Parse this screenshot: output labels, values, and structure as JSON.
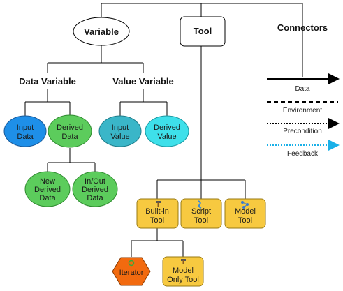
{
  "headings": {
    "variable": "Variable",
    "tool": "Tool",
    "connectors": "Connectors",
    "data_variable": "Data Variable",
    "value_variable": "Value Variable"
  },
  "nodes": {
    "input_data": [
      "Input",
      "Data"
    ],
    "derived_data": [
      "Derived",
      "Data"
    ],
    "input_value": [
      "Input",
      "Value"
    ],
    "derived_value": [
      "Derived",
      "Value"
    ],
    "new_derived_data": [
      "New",
      "Derived",
      "Data"
    ],
    "inout_derived_data": [
      "In/Out",
      "Derived",
      "Data"
    ],
    "builtin_tool": [
      "Built-in",
      "Tool"
    ],
    "script_tool": [
      "Script",
      "Tool"
    ],
    "model_tool": [
      "Model",
      "Tool"
    ],
    "iterator": [
      "Iterator"
    ],
    "model_only_tool": [
      "Model",
      "Only Tool"
    ]
  },
  "connectors": [
    {
      "label": "Data",
      "style": "solid",
      "color": "#000000"
    },
    {
      "label": "Environment",
      "style": "dashed",
      "color": "#000000"
    },
    {
      "label": "Precondition",
      "style": "dotted",
      "color": "#000000"
    },
    {
      "label": "Feedback",
      "style": "dotted",
      "color": "#1ab0e8"
    }
  ],
  "colors": {
    "input_data": "#1e8fe8",
    "derived_data": "#5ccc5c",
    "input_value": "#3ab6c8",
    "derived_value": "#3ee0ea",
    "tool": "#f7c940",
    "iterator": "#f26a0f"
  }
}
